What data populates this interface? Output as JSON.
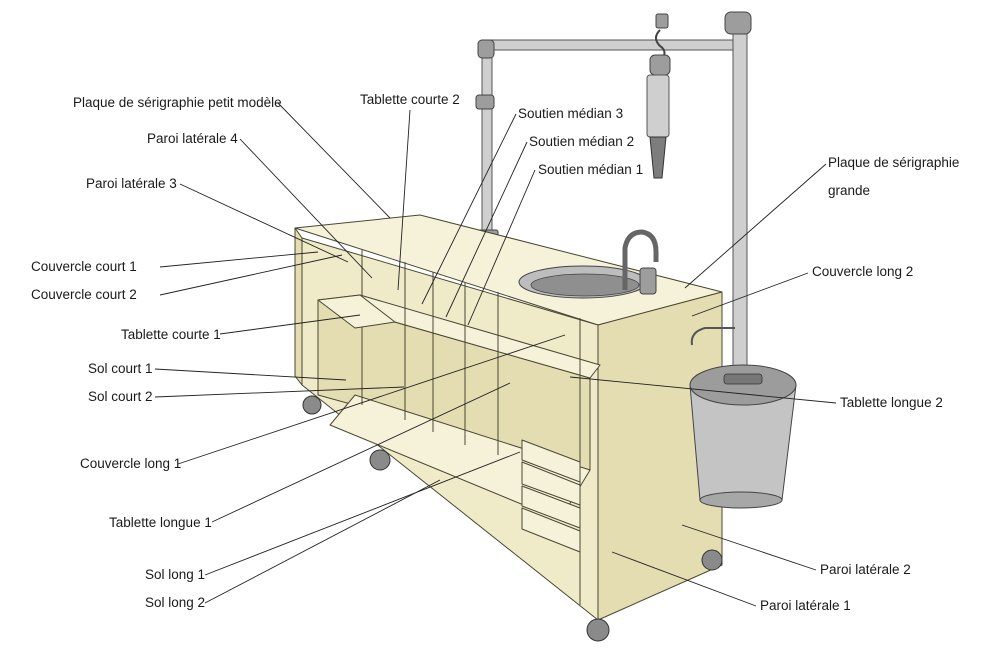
{
  "labels": {
    "plaque_petit": "Plaque de sérigraphie petit modèle",
    "tablette_courte_2": "Tablette courte 2",
    "paroi_4": "Paroi latérale 4",
    "soutien_3": "Soutien médian 3",
    "soutien_2": "Soutien médian 2",
    "soutien_1": "Soutien médian 1",
    "paroi_3": "Paroi latérale 3",
    "plaque_grande_1": "Plaque de sérigraphie",
    "plaque_grande_2": "grande",
    "couvercle_court_1": "Couvercle court 1",
    "couvercle_court_2": "Couvercle court 2",
    "couvercle_long_2": "Couvercle long 2",
    "tablette_courte_1": "Tablette courte 1",
    "sol_court_1": "Sol court 1",
    "sol_court_2": "Sol court 2",
    "tablette_longue_2": "Tablette longue 2",
    "couvercle_long_1": "Couvercle long 1",
    "tablette_longue_1": "Tablette longue 1",
    "paroi_2": "Paroi latérale 2",
    "sol_long_1": "Sol long 1",
    "sol_long_2": "Sol long 2",
    "paroi_1": "Paroi latérale 1"
  },
  "colors": {
    "wood": "#efeac8",
    "metal": "#cfcfcf",
    "text": "#1a1a1a"
  }
}
